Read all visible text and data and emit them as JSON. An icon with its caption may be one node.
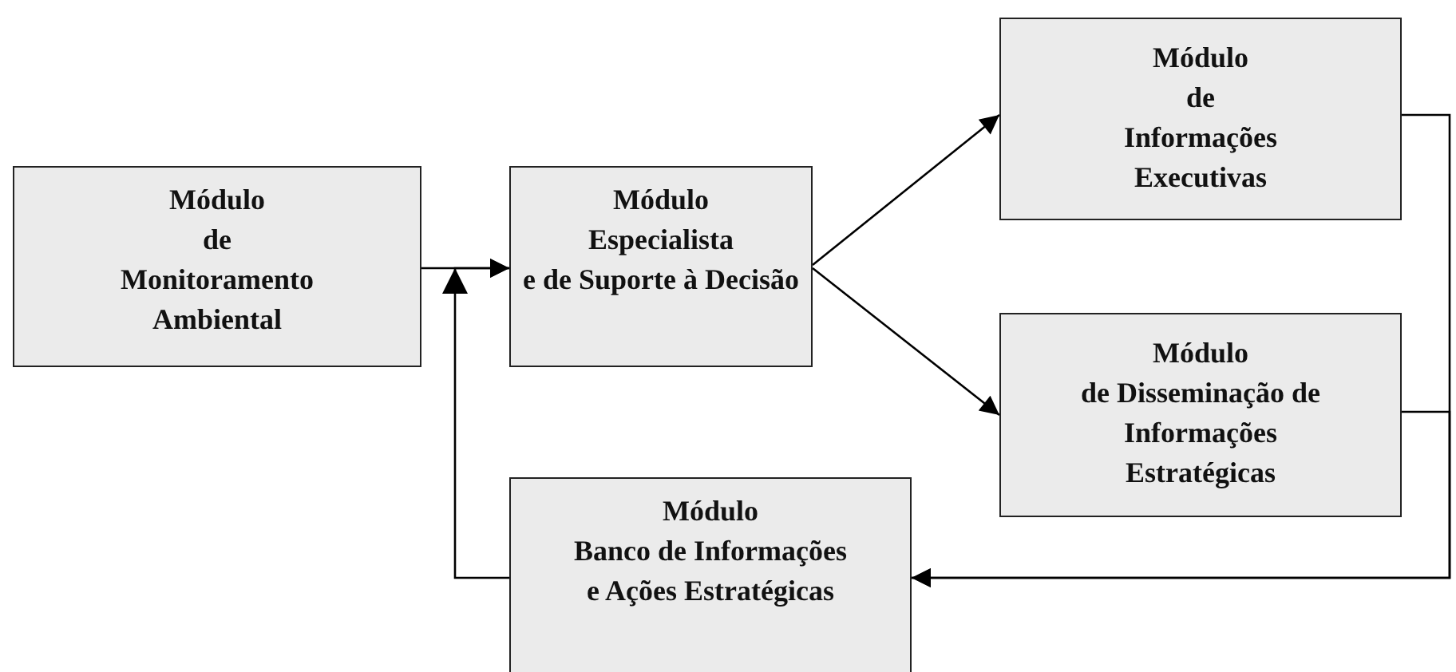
{
  "diagram": {
    "nodes": [
      {
        "text": [
          "Módulo de Monitoramento Ambiental"
        ]
      },
      {
        "text": [
          "Módulo Especialista e de Suporte à Decisão"
        ]
      },
      {
        "text": [
          "Módulo de Informações Executivas"
        ]
      },
      {
        "text": [
          "Módulo de Disseminação de Informações Estratégicas"
        ]
      },
      {
        "text": [
          "Módulo Banco de Informações e Ações Estratégicas"
        ]
      }
    ],
    "edges": [
      {
        "from": 0,
        "to": 1,
        "arrow": "to"
      },
      {
        "from": 1,
        "to": 2,
        "arrow": "to"
      },
      {
        "from": 1,
        "to": 3,
        "arrow": "to"
      },
      {
        "from": 2,
        "to": 4,
        "arrow": "to"
      },
      {
        "from": 3,
        "to": 4,
        "arrow": "to"
      },
      {
        "from": 4,
        "to": 1,
        "arrow": "to"
      }
    ]
  }
}
